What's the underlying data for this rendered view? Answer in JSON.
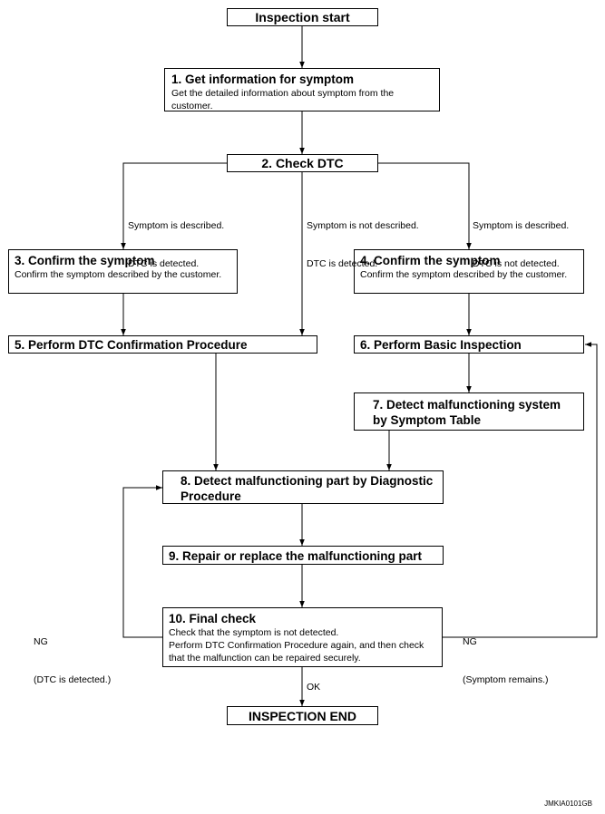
{
  "nodes": {
    "start": {
      "title": "Inspection start"
    },
    "n1": {
      "title": "1. Get information for symptom",
      "desc": "Get the detailed information about symptom from the customer."
    },
    "n2": {
      "title": "2. Check DTC"
    },
    "n3": {
      "title": "3. Confirm the symptom",
      "desc": "Confirm the symptom described by the customer."
    },
    "n4": {
      "title": "4. Confirm the symptom",
      "desc": "Confirm the symptom described by the customer."
    },
    "n5": {
      "title": "5. Perform DTC Confirmation Procedure"
    },
    "n6": {
      "title": "6. Perform Basic Inspection"
    },
    "n7": {
      "title": "7. Detect malfunctioning system by Symptom Table"
    },
    "n8": {
      "title": "8. Detect malfunctioning part by Diagnostic Procedure"
    },
    "n9": {
      "title": "9. Repair or replace the malfunctioning part"
    },
    "n10": {
      "title": "10. Final check",
      "desc1": "Check that the symptom is not detected.",
      "desc2": "Perform DTC Confirmation Procedure again, and then check that the malfunction can be repaired securely."
    },
    "end": {
      "title": "INSPECTION END"
    }
  },
  "edge_labels": {
    "left_branch_1": "Symptom is described.",
    "left_branch_2": "DTC is detected.",
    "mid_branch_1": "Symptom is not described.",
    "mid_branch_2": "DTC is detected.",
    "right_branch_1": "Symptom is described.",
    "right_branch_2": "DTC is not detected.",
    "ng_left_1": "NG",
    "ng_left_2": "(DTC is detected.)",
    "ng_right_1": "NG",
    "ng_right_2": "(Symptom remains.)",
    "ok": "OK"
  },
  "figure_id": "JMKIA0101GB"
}
